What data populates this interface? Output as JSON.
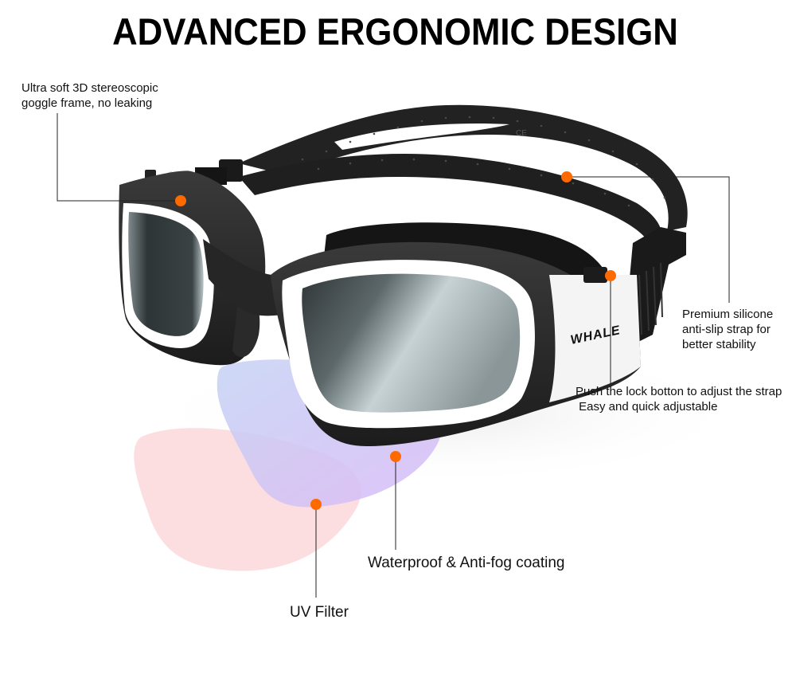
{
  "title": "ADVANCED ERGONOMIC DESIGN",
  "product": {
    "brand_mark": "WHALE",
    "strap_mark": "CE",
    "colors": {
      "frame": "#2b2b2b",
      "frame_accent": "#ffffff",
      "lens": "#3c4446",
      "lens_highlight": "#c9d4d6",
      "callout_dot": "#ff6a00",
      "callout_line": "#222222",
      "uv_overlay": "#f9c9cc",
      "antifog_overlay": "#b9b4f2"
    }
  },
  "callouts": [
    {
      "id": "frame",
      "lines": [
        "Ultra soft 3D stereoscopic",
        "goggle frame, no leaking"
      ]
    },
    {
      "id": "strap",
      "lines": [
        "Premium silicone",
        "anti-slip strap for",
        "better stability"
      ]
    },
    {
      "id": "lock",
      "lines": [
        "Push the lock botton to adjust the strap",
        " Easy and quick adjustable"
      ]
    },
    {
      "id": "fog",
      "lines": [
        "Waterproof & Anti-fog coating"
      ]
    },
    {
      "id": "uv",
      "lines": [
        "UV Filter"
      ]
    }
  ]
}
